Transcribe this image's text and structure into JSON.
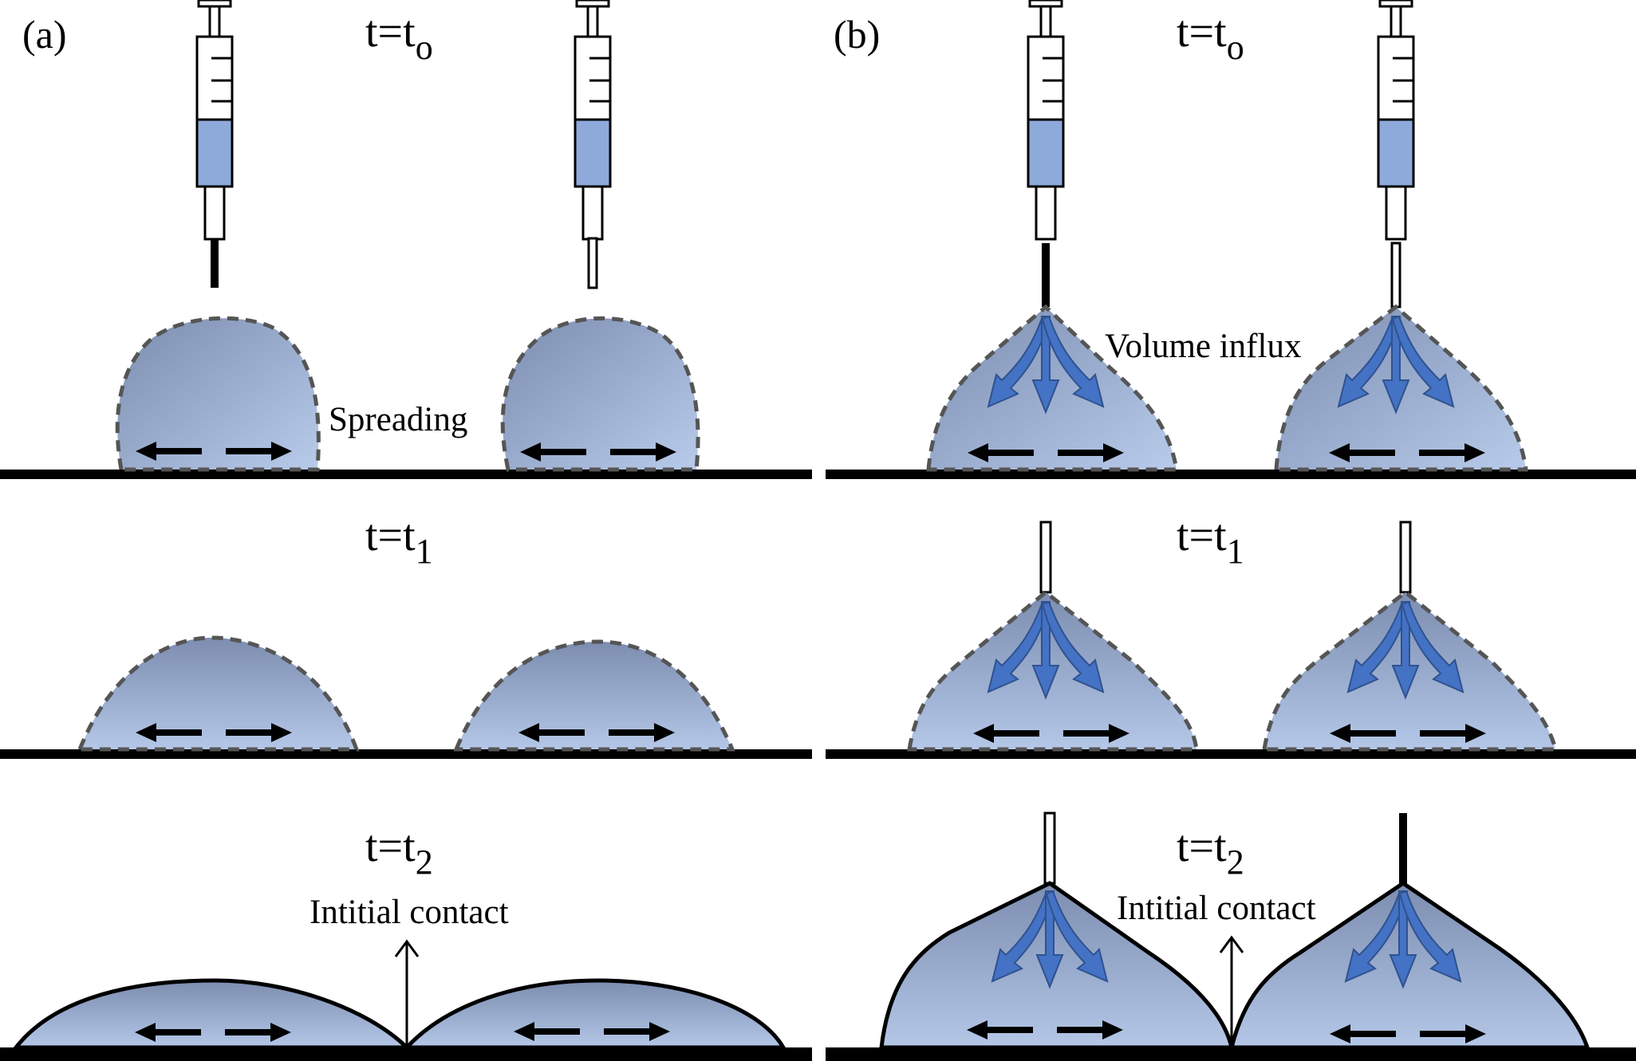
{
  "panel_a": {
    "label": "(a)",
    "rows": [
      {
        "time_base": "t=t",
        "time_sub": "o",
        "note": "Spreading"
      },
      {
        "time_base": "t=t",
        "time_sub": "1"
      },
      {
        "time_base": "t=t",
        "time_sub": "2",
        "note": "Intitial contact"
      }
    ]
  },
  "panel_b": {
    "label": "(b)",
    "rows": [
      {
        "time_base": "t=t",
        "time_sub": "o",
        "note": "Volume influx"
      },
      {
        "time_base": "t=t",
        "time_sub": "1"
      },
      {
        "time_base": "t=t",
        "time_sub": "2",
        "note": "Intitial contact"
      }
    ]
  },
  "colors": {
    "liquid_top": "#7c8db0",
    "liquid_bottom": "#b4c7e7",
    "syringe_fill": "#8eaadb",
    "flow_arrow": "#4472c4",
    "substrate": "#000000",
    "outline_dashed": "#555555"
  }
}
